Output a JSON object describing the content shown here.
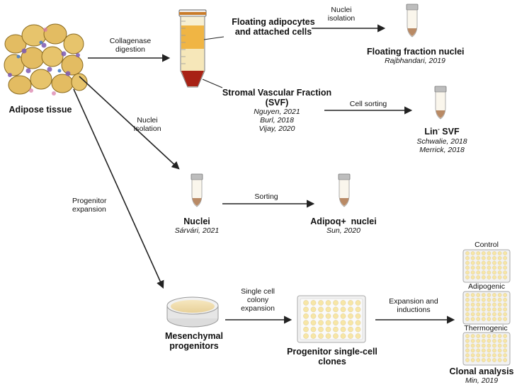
{
  "tissue": {
    "label": "Adipose tissue"
  },
  "arrows": {
    "collagenase": "Collagenase\ndigestion",
    "nuclei_isolation_top": "Nuclei\nisolation",
    "cell_sorting": "Cell sorting",
    "nuclei_isolation_mid": "Nuclei\nIsolation",
    "sorting": "Sorting",
    "progenitor_expansion": "Progenitor\nexpansion",
    "single_cell": "Single cell\ncolony\nexpansion",
    "expansion_inductions": "Expansion and\ninductions"
  },
  "floating": {
    "label": "Floating adipocytes\nand attached cells"
  },
  "floating_nuclei": {
    "label": "Floating fraction nuclei",
    "ref": "Rajbhandari, 2019"
  },
  "svf": {
    "label": "Stromal Vascular Fraction\n(SVF)",
    "refs": "Nguyen, 2021\nBurl, 2018\nVijay, 2020"
  },
  "lin_svf": {
    "label_pre": "Lin",
    "label_sup": "-",
    "label_post": " SVF",
    "refs": "Schwalie, 2018\nMerrick, 2018"
  },
  "nuclei": {
    "label": "Nuclei",
    "ref": "Sárvári, 2021"
  },
  "adipoq": {
    "label": "Adipoq+  nuclei",
    "ref": "Sun, 2020"
  },
  "mesenchymal": {
    "label": "Mesenchymal\nprogenitors"
  },
  "clones": {
    "label": "Progenitor single-cell\nclones"
  },
  "plates": {
    "control": "Control",
    "adipogenic": "Adipogenic",
    "thermogenic": "Thermogenic"
  },
  "clonal": {
    "label": "Clonal analysis",
    "ref": "Min, 2019"
  }
}
